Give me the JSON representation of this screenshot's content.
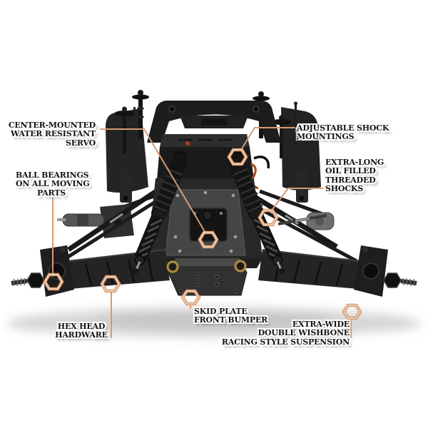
{
  "colors": {
    "background": "#ffffff",
    "callout_line": "#d79a71",
    "callout_line_highlight": "#f6d9bf",
    "label_text": "#141414",
    "brass_accent": "#ad8a3e"
  },
  "callouts": {
    "servo": {
      "lines": [
        "CENTER-MOUNTED",
        "WATER RESISTANT",
        "SERVO"
      ]
    },
    "ball_bearings": {
      "lines": [
        "BALL BEARINGS",
        "ON ALL MOVING",
        "PARTS"
      ]
    },
    "shock_mounts": {
      "lines": [
        "ADJUSTABLE SHOCK",
        "MOUNTINGS"
      ]
    },
    "shocks": {
      "lines": [
        "EXTRA-LONG",
        "OIL FILLED",
        "THREADED",
        "SHOCKS"
      ]
    },
    "hex_hardware": {
      "lines": [
        "HEX HEAD",
        "HARDWARE"
      ]
    },
    "skid_plate": {
      "lines": [
        "SKID PLATE",
        "FRONT BUMPER"
      ]
    },
    "suspension": {
      "lines": [
        "EXTRA-WIDE",
        "DOUBLE WISHBONE",
        "RACING STYLE SUSPENSION"
      ]
    }
  }
}
